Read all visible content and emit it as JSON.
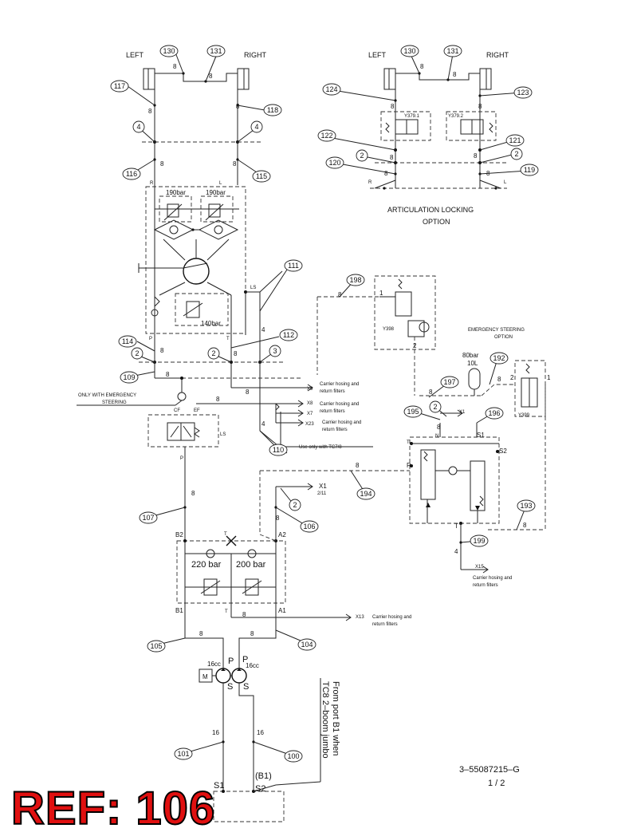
{
  "bubbles": {
    "b130a": "130",
    "b131a": "131",
    "b117": "117",
    "b118": "118",
    "b4a": "4",
    "b4b": "4",
    "b116": "116",
    "b115": "115",
    "b111": "111",
    "b112": "112",
    "b114": "114",
    "b2a": "2",
    "b2b": "2",
    "b3": "3",
    "b109": "109",
    "b110": "110",
    "b107": "107",
    "b105": "105",
    "b104": "104",
    "b101": "101",
    "b100": "100",
    "b106": "106",
    "b2c": "2",
    "b194": "194",
    "b198": "198",
    "b197": "197",
    "b195": "195",
    "b2d": "2",
    "b196": "196",
    "b192": "192",
    "b193": "193",
    "b199": "199",
    "b130b": "130",
    "b131b": "131",
    "b124": "124",
    "b123": "123",
    "b122": "122",
    "b121": "121",
    "b2e": "2",
    "b2f": "2",
    "b120": "120",
    "b119": "119"
  },
  "labels": {
    "left1": "LEFT",
    "right1": "RIGHT",
    "left2": "LEFT",
    "right2": "RIGHT",
    "relief190a": "190bar",
    "relief190b": "190bar",
    "relief140": "140bar",
    "portR": "R",
    "portL": "L",
    "portLS1": "LS",
    "portP1": "P",
    "portT1": "T",
    "portCF": "CF",
    "portEF": "EF",
    "portLS2": "LS",
    "portP2": "P",
    "portB2": "B2",
    "portA2": "A2",
    "portB1": "B1",
    "portA1": "A1",
    "portTv": "T",
    "portTtop": "T",
    "valve220": "220 bar",
    "valve200": "200 bar",
    "pumpP1": "P",
    "pumpP2": "P",
    "pump16a": "16cc",
    "pump16b": "16cc",
    "motorM": "M",
    "pumpS1": "S",
    "pumpS2": "S",
    "tankS1": "S1",
    "tankS2": "S2",
    "tankB1": "(B1)",
    "x9": "X9",
    "x8": "X8",
    "x7": "X7",
    "x23": "X23",
    "x13": "X13",
    "x1a": "X1",
    "x1sub": "2/11",
    "x1b": "X1",
    "x15": "X15",
    "filters1a": "Carrier hosing and",
    "filters1b": "return filters",
    "filters2a": "Carrier hosing and",
    "filters2b": "return filters",
    "filters3a": "Carrier hosing and",
    "filters3b": "return filters",
    "filters4a": "Carrier hosing and",
    "filters4b": "return filters",
    "filters5a": "Carrier hosing and",
    "filters5b": "return filters",
    "tc78": "Use only with TC7/8",
    "emerg1a": "ONLY WITH EMERGENCY",
    "emerg1b": "STEERING",
    "emerg2a": "EMERGENCY STEERING",
    "emerg2b": "OPTION",
    "artic1": "ARTICULATION LOCKING",
    "artic2": "OPTION",
    "fromport1": "From port B1 when",
    "fromport2": "TC8 2–boom jumbo",
    "acc1": "80bar",
    "acc2": "10L",
    "y398": "Y398",
    "y399": "Y399",
    "y3791": "Y379.1",
    "y3792": "Y379.2",
    "v1": "1",
    "v2": "2",
    "v1b": "1",
    "v2b": "2",
    "evT": "T",
    "evN": "N",
    "evS1": "S1",
    "evS2": "S2",
    "evP": "P",
    "evT2": "T",
    "portR2": "R",
    "portL2": "L",
    "drawno": "3–55087215–G",
    "sheet": "1 /  2",
    "ref": "REF: 106"
  },
  "sizes": {
    "s8_1": "8",
    "s8_2": "8",
    "s8_3": "8",
    "s8_4": "8",
    "s8_5": "8",
    "s8_6": "8",
    "s8_7": "8",
    "s8_8": "8",
    "s8_9": "8",
    "s8_10": "8",
    "s8_11": "8",
    "s8_12": "8",
    "s8_13": "8",
    "s8_14": "8",
    "s8_15": "8",
    "s8_16": "8",
    "s8_17": "8",
    "s8_18": "8",
    "s8_19": "8",
    "s8_20": "8",
    "s8_21": "8",
    "s8_22": "8",
    "s8_23": "8",
    "s8_24": "8",
    "s8_25": "8",
    "s8_26": "8",
    "s8_27": "8",
    "s8_28": "8",
    "s8_29": "8",
    "s8_30": "8",
    "s4_1": "4",
    "s4_2": "4",
    "s4_3": "4",
    "s16_1": "16",
    "s16_2": "16"
  }
}
